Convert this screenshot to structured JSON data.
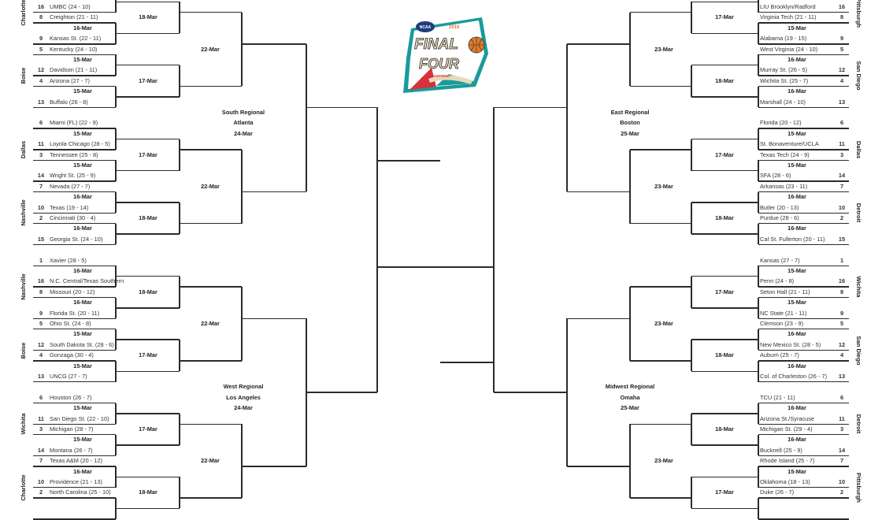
{
  "logo": {
    "text": "NCAA 2018 FINAL FOUR SAN ANTONIO",
    "colors": {
      "teal": "#1a9a9a",
      "red": "#d9303a",
      "navy": "#1f3d7a",
      "tan": "#e8d9b8",
      "orange": "#e07a2a"
    }
  },
  "left": [
    {
      "name": "South Regional",
      "city": "Atlanta",
      "date": "24-Mar",
      "r3": [
        "22-Mar",
        "22-Mar"
      ],
      "pods": [
        {
          "site": "Charlotte",
          "r1": [
            null,
            "16-Mar"
          ],
          "r2": "18-Mar",
          "teams": [
            null,
            {
              "seed": "16",
              "name": "UMBC (24 - 10)"
            },
            {
              "seed": "8",
              "name": "Creighton (21 - 11)"
            },
            {
              "seed": "9",
              "name": "Kansas St. (22 - 11)"
            }
          ]
        },
        {
          "site": "Boise",
          "r1": [
            "15-Mar",
            "15-Mar"
          ],
          "r2": "17-Mar",
          "teams": [
            {
              "seed": "5",
              "name": "Kentucky (24 - 10)"
            },
            {
              "seed": "12",
              "name": "Davidson (21 - 11)"
            },
            {
              "seed": "4",
              "name": "Arizona (27 - 7)"
            },
            {
              "seed": "13",
              "name": "Buffalo (26 - 8)"
            }
          ]
        },
        {
          "site": "Dallas",
          "r1": [
            "15-Mar",
            "15-Mar"
          ],
          "r2": "17-Mar",
          "teams": [
            {
              "seed": "6",
              "name": "Miami (FL) (22 - 9)"
            },
            {
              "seed": "11",
              "name": "Loyola Chicago (28 - 5)"
            },
            {
              "seed": "3",
              "name": "Tennessee (25 - 8)"
            },
            {
              "seed": "14",
              "name": "Wright St. (25 - 9)"
            }
          ]
        },
        {
          "site": "Nashville",
          "r1": [
            "16-Mar",
            "16-Mar"
          ],
          "r2": "18-Mar",
          "teams": [
            {
              "seed": "7",
              "name": "Nevada (27 - 7)"
            },
            {
              "seed": "10",
              "name": "Texas (19 - 14)"
            },
            {
              "seed": "2",
              "name": "Cincinnati (30 - 4)"
            },
            {
              "seed": "15",
              "name": "Georgia St. (24 - 10)"
            }
          ]
        }
      ]
    },
    {
      "name": "West Regional",
      "city": "Los Angeles",
      "date": "24-Mar",
      "r3": [
        "22-Mar",
        "22-Mar"
      ],
      "pods": [
        {
          "site": "Nashville",
          "r1": [
            "16-Mar",
            "16-Mar"
          ],
          "r2": "18-Mar",
          "teams": [
            {
              "seed": "1",
              "name": "Xavier (28 - 5)"
            },
            {
              "seed": "16",
              "name": "N.C. Central/Texas Southern"
            },
            {
              "seed": "8",
              "name": "Missouri (20 - 12)"
            },
            {
              "seed": "9",
              "name": "Florida St. (20 - 11)"
            }
          ]
        },
        {
          "site": "Boise",
          "r1": [
            "15-Mar",
            "15-Mar"
          ],
          "r2": "17-Mar",
          "teams": [
            {
              "seed": "5",
              "name": "Ohio St. (24 - 8)"
            },
            {
              "seed": "12",
              "name": "South Dakota St. (28 - 6)"
            },
            {
              "seed": "4",
              "name": "Gonzaga (30 - 4)"
            },
            {
              "seed": "13",
              "name": "UNCG (27 - 7)"
            }
          ]
        },
        {
          "site": "Wichita",
          "r1": [
            "15-Mar",
            "15-Mar"
          ],
          "r2": "17-Mar",
          "teams": [
            {
              "seed": "6",
              "name": "Houston (26 - 7)"
            },
            {
              "seed": "11",
              "name": "San Diego St. (22 - 10)"
            },
            {
              "seed": "3",
              "name": "Michigan (28 - 7)"
            },
            {
              "seed": "14",
              "name": "Montana (26 - 7)"
            }
          ]
        },
        {
          "site": "Charlotte",
          "r1": [
            "16-Mar",
            null
          ],
          "r2": "18-Mar",
          "teams": [
            {
              "seed": "7",
              "name": "Texas A&M (20 - 12)"
            },
            {
              "seed": "10",
              "name": "Providence (21 - 13)"
            },
            {
              "seed": "2",
              "name": "North Carolina (25 - 10)"
            },
            null
          ]
        }
      ]
    }
  ],
  "right": [
    {
      "name": "East Regional",
      "city": "Boston",
      "date": "25-Mar",
      "r3": [
        "23-Mar",
        "23-Mar"
      ],
      "pods": [
        {
          "site": "Pittsburgh",
          "r1": [
            null,
            "15-Mar"
          ],
          "r2": "17-Mar",
          "teams": [
            null,
            {
              "seed": "16",
              "name": "LIU Brooklyn/Radford"
            },
            {
              "seed": "8",
              "name": "Virginia Tech (21 - 11)"
            },
            {
              "seed": "9",
              "name": "Alabama (19 - 15)"
            }
          ]
        },
        {
          "site": "San Diego",
          "r1": [
            "16-Mar",
            "16-Mar"
          ],
          "r2": "18-Mar",
          "teams": [
            {
              "seed": "5",
              "name": "West Virginia (24 - 10)"
            },
            {
              "seed": "12",
              "name": "Murray St. (26 - 5)"
            },
            {
              "seed": "4",
              "name": "Wichita St. (25 - 7)"
            },
            {
              "seed": "13",
              "name": "Marshall (24 - 10)"
            }
          ]
        },
        {
          "site": "Dallas",
          "r1": [
            "15-Mar",
            "15-Mar"
          ],
          "r2": "17-Mar",
          "teams": [
            {
              "seed": "6",
              "name": "Florida (20 - 12)"
            },
            {
              "seed": "11",
              "name": "St. Bonaventure/UCLA"
            },
            {
              "seed": "3",
              "name": "Texas Tech (24 - 9)"
            },
            {
              "seed": "14",
              "name": "SFA (28 - 6)"
            }
          ]
        },
        {
          "site": "Detroit",
          "r1": [
            "16-Mar",
            "16-Mar"
          ],
          "r2": "18-Mar",
          "teams": [
            {
              "seed": "7",
              "name": "Arkansas (23 - 11)"
            },
            {
              "seed": "10",
              "name": "Butler (20 - 13)"
            },
            {
              "seed": "2",
              "name": "Purdue (28 - 6)"
            },
            {
              "seed": "15",
              "name": "Cal St. Fullerton (20 - 11)"
            }
          ]
        }
      ]
    },
    {
      "name": "Midwest Regional",
      "city": "Omaha",
      "date": "25-Mar",
      "r3": [
        "23-Mar",
        "23-Mar"
      ],
      "pods": [
        {
          "site": "Wichita",
          "r1": [
            "15-Mar",
            "15-Mar"
          ],
          "r2": "17-Mar",
          "teams": [
            {
              "seed": "1",
              "name": "Kansas (27 - 7)"
            },
            {
              "seed": "16",
              "name": "Penn (24 - 8)"
            },
            {
              "seed": "8",
              "name": "Seton Hall (21 - 11)"
            },
            {
              "seed": "9",
              "name": "NC State (21 - 11)"
            }
          ]
        },
        {
          "site": "San Diego",
          "r1": [
            "16-Mar",
            "16-Mar"
          ],
          "r2": "18-Mar",
          "teams": [
            {
              "seed": "5",
              "name": "Clemson (23 - 9)"
            },
            {
              "seed": "12",
              "name": "New Mexico St. (28 - 5)"
            },
            {
              "seed": "4",
              "name": "Auburn (25 - 7)"
            },
            {
              "seed": "13",
              "name": "Col. of Charleston (26 - 7)"
            }
          ]
        },
        {
          "site": "Detroit",
          "r1": [
            "16-Mar",
            "16-Mar"
          ],
          "r2": "18-Mar",
          "teams": [
            {
              "seed": "6",
              "name": "TCU (21 - 11)"
            },
            {
              "seed": "11",
              "name": "Arizona St./Syracuse"
            },
            {
              "seed": "3",
              "name": "Michigan St. (29 - 4)"
            },
            {
              "seed": "14",
              "name": "Bucknell (25 - 9)"
            }
          ]
        },
        {
          "site": "Pittsburgh",
          "r1": [
            "15-Mar",
            null
          ],
          "r2": "17-Mar",
          "teams": [
            {
              "seed": "7",
              "name": "Rhode Island (25 - 7)"
            },
            {
              "seed": "10",
              "name": "Oklahoma (18 - 13)"
            },
            {
              "seed": "2",
              "name": "Duke (26 - 7)"
            },
            null
          ]
        }
      ]
    }
  ]
}
